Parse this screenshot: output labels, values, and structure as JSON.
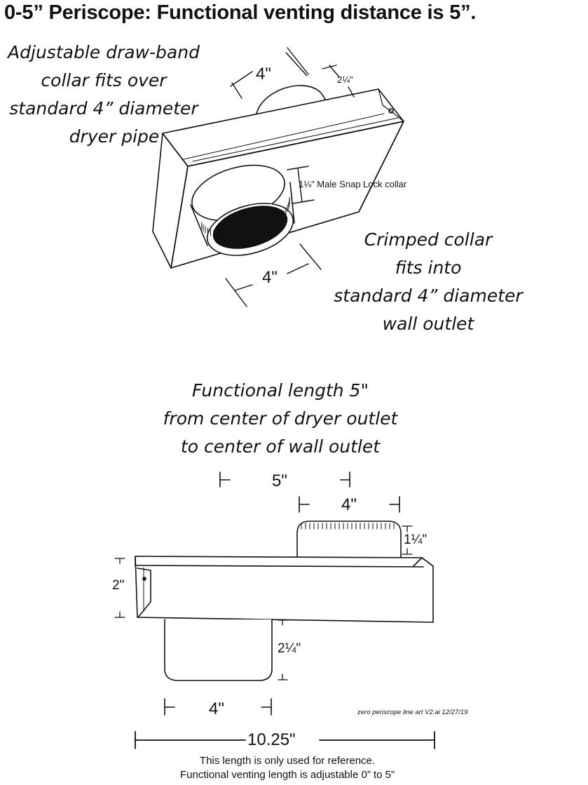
{
  "title": "0-5” Periscope: Functional venting distance is 5”.",
  "notes": {
    "drawband": [
      "Adjustable draw-band",
      "collar fits over",
      "standard 4” diameter",
      "dryer pipe"
    ],
    "crimped": [
      "Crimped collar",
      "fits into",
      "standard 4” diameter",
      "wall outlet"
    ],
    "functional": [
      "Functional length 5\"",
      "from center of dryer outlet",
      "to center of wall outlet"
    ]
  },
  "iso_view": {
    "top_collar_diameter": "4\"",
    "top_offset": "2¼\"",
    "snap_lock_label": "1¼\" Male Snap Lock collar",
    "bottom_collar_diameter": "4\""
  },
  "side_view": {
    "functional_length": "5\"",
    "top_collar_width": "4\"",
    "top_collar_height": "1¼\"",
    "body_height": "2\"",
    "bottom_collar_height": "2¼\"",
    "bottom_collar_width": "4\"",
    "overall_length": "10.25\""
  },
  "file_label": "zero periscope line art V2.ai 12/27/19",
  "footnote": [
    "This length is only used for reference.",
    "Functional venting length is adjustable 0” to 5”"
  ]
}
